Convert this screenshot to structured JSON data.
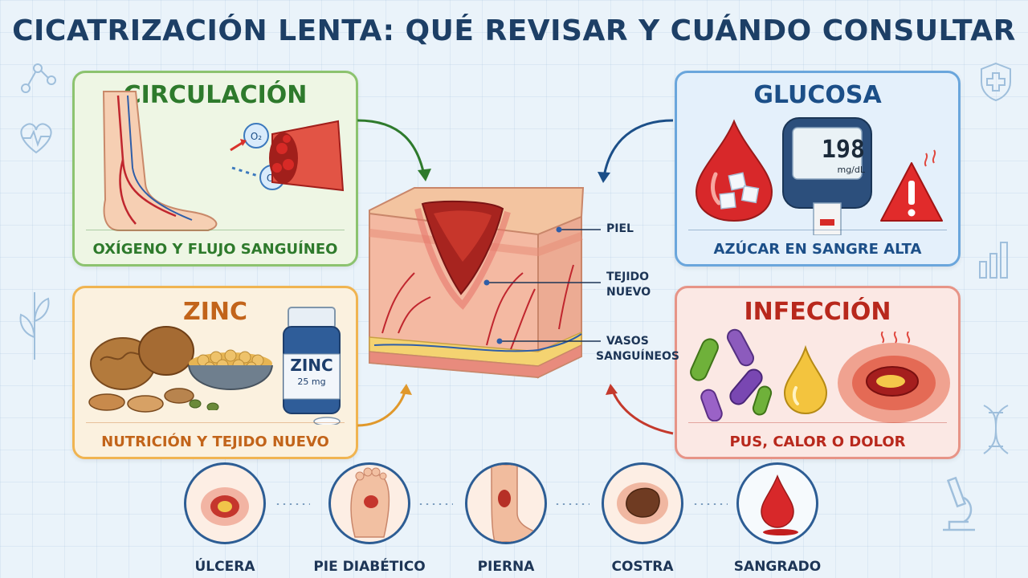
{
  "title": "CICATRIZACIÓN LENTA: QUÉ REVISAR Y CUÁNDO CONSULTAR",
  "panels": {
    "circulation": {
      "title": "CIRCULACIÓN",
      "caption": "OXÍGENO Y FLUJO SANGUÍNEO",
      "o2_label": "O₂"
    },
    "glucose": {
      "title": "GLUCOSA",
      "caption": "AZÚCAR EN SANGRE ALTA",
      "meter_value": "198",
      "meter_unit": "mg/dL"
    },
    "zinc": {
      "title": "ZINC",
      "caption": "NUTRICIÓN Y TEJIDO NUEVO",
      "bottle_label": "ZINC",
      "bottle_dose": "25 mg"
    },
    "infection": {
      "title": "INFECCIÓN",
      "caption": "PUS, CALOR O DOLOR"
    }
  },
  "center": {
    "labels": {
      "skin": "PIEL",
      "new_tissue_1": "TEJIDO",
      "new_tissue_2": "NUEVO",
      "vessels_1": "VASOS",
      "vessels_2": "SANGUÍNEOS"
    }
  },
  "bottom": {
    "items": [
      {
        "label": "ÚLCERA"
      },
      {
        "label": "PIE DIABÉTICO"
      },
      {
        "label": "PIERNA"
      },
      {
        "label": "COSTRA"
      },
      {
        "label": "SANGRADO"
      }
    ]
  },
  "colors": {
    "title": "#1d3f66",
    "circulation": "#2e7a2c",
    "glucose": "#1c4f88",
    "zinc": "#c2641a",
    "infection": "#b8281c"
  }
}
